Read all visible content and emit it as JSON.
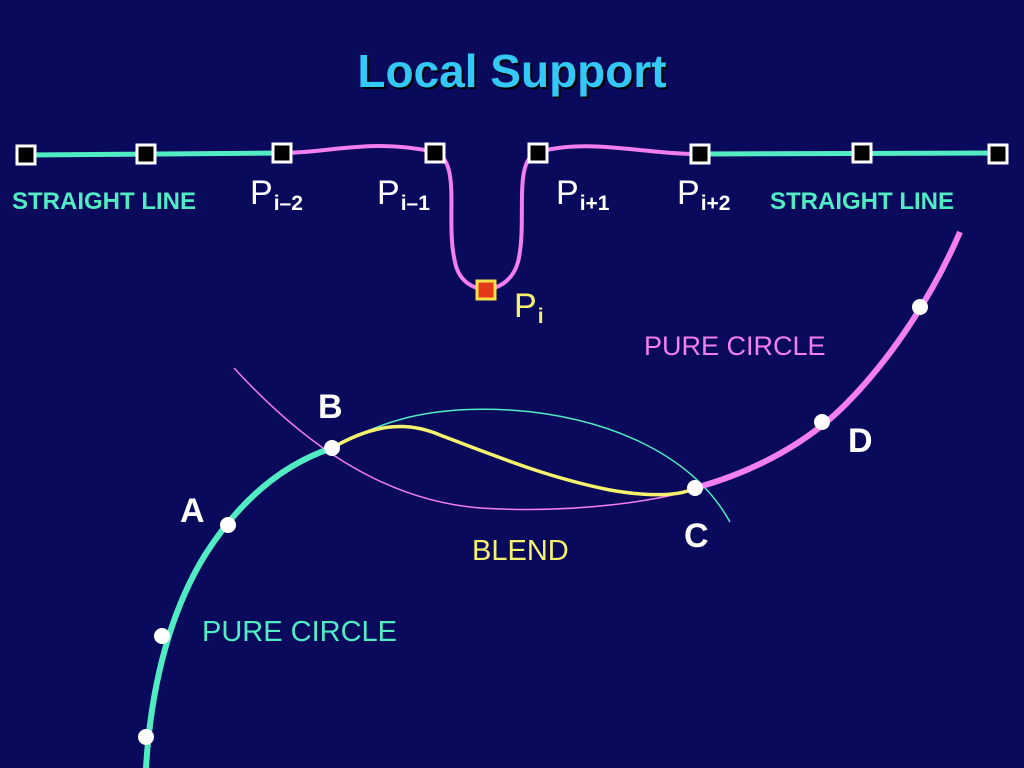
{
  "title": "Local Support",
  "colors": {
    "background": "#0a0a5c",
    "title": "#33c8f5",
    "cyan": "#52ecc4",
    "pink": "#f27ef0",
    "yellow": "#f6f26e",
    "white": "#ffffff",
    "point_fill": "#e33b1a",
    "point_border": "#f6e04a"
  },
  "control_points": {
    "p_im2": {
      "base": "P",
      "sub": "i–2"
    },
    "p_im1": {
      "base": "P",
      "sub": "i–1"
    },
    "p_i": {
      "base": "P",
      "sub": "i"
    },
    "p_ip1": {
      "base": "P",
      "sub": "i+1"
    },
    "p_ip2": {
      "base": "P",
      "sub": "i+2"
    }
  },
  "labels": {
    "straight_left": "STRAIGHT LINE",
    "straight_right": "STRAIGHT LINE",
    "pure_circle_pink": "PURE CIRCLE",
    "pure_circle_cyan": "PURE CIRCLE",
    "blend": "BLEND",
    "point_a": "A",
    "point_b": "B",
    "point_c": "C",
    "point_d": "D"
  }
}
